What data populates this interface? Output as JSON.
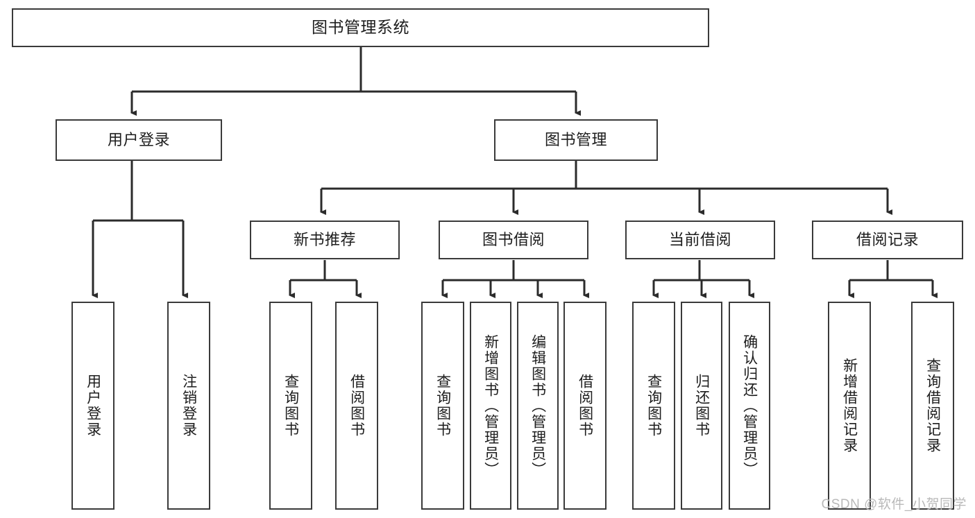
{
  "diagram": {
    "title": "图书管理系统",
    "type": "tree-hierarchy-chart",
    "watermark": "CSDN @软件_小贺同学",
    "colors": {
      "box_border": "#3a3a3a",
      "box_fill": "#ffffff",
      "edge": "#2b2b2b",
      "text": "#1d1d1d",
      "watermark": "#b9b9b9",
      "background": "#ffffff"
    },
    "nodes": {
      "root": {
        "label": "图书管理系统"
      },
      "level1": [
        {
          "id": "user-login",
          "label": "用户登录"
        },
        {
          "id": "book-manage",
          "label": "图书管理"
        }
      ],
      "level2": [
        {
          "id": "new-book-recommend",
          "label": "新书推荐"
        },
        {
          "id": "book-borrow",
          "label": "图书借阅"
        },
        {
          "id": "current-borrow",
          "label": "当前借阅"
        },
        {
          "id": "borrow-record",
          "label": "借阅记录"
        }
      ],
      "leaves": [
        {
          "id": "leaf-user-login",
          "label": "用户登录",
          "parent": "user-login"
        },
        {
          "id": "leaf-logout-login",
          "label": "注销登录",
          "parent": "user-login"
        },
        {
          "id": "leaf-query-book-1",
          "label": "查询图书",
          "parent": "new-book-recommend"
        },
        {
          "id": "leaf-borrow-book-1",
          "label": "借阅图书",
          "parent": "new-book-recommend"
        },
        {
          "id": "leaf-query-book-2",
          "label": "查询图书",
          "parent": "book-borrow"
        },
        {
          "id": "leaf-add-book",
          "label": "新增图书（管理员）",
          "parent": "book-borrow"
        },
        {
          "id": "leaf-edit-book",
          "label": "编辑图书（管理员）",
          "parent": "book-borrow"
        },
        {
          "id": "leaf-borrow-book-2",
          "label": "借阅图书",
          "parent": "book-borrow"
        },
        {
          "id": "leaf-query-book-3",
          "label": "查询图书",
          "parent": "current-borrow"
        },
        {
          "id": "leaf-return-book",
          "label": "归还图书",
          "parent": "current-borrow"
        },
        {
          "id": "leaf-confirm-return",
          "label": "确认归还（管理员）",
          "parent": "current-borrow"
        },
        {
          "id": "leaf-add-record",
          "label": "新增借阅记录",
          "parent": "borrow-record"
        },
        {
          "id": "leaf-query-record",
          "label": "查询借阅记录",
          "parent": "borrow-record"
        }
      ]
    }
  }
}
